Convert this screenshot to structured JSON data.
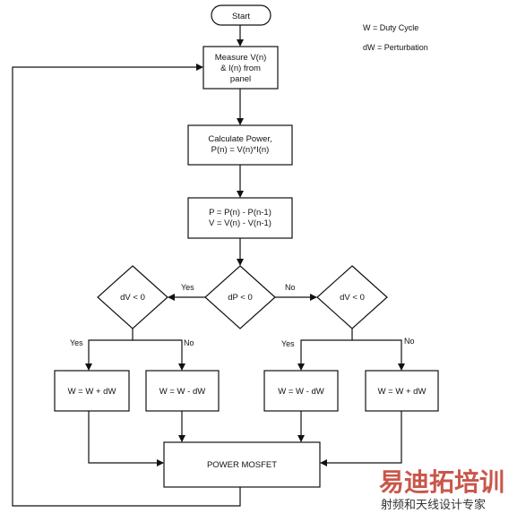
{
  "legend": {
    "line1": "W  =  Duty Cycle",
    "line2": "dW = Perturbation"
  },
  "nodes": {
    "start": "Start",
    "measure": [
      "Measure V(n)",
      "& I(n) from",
      "panel"
    ],
    "calc_power": [
      "Calculate Power,",
      "P(n) = V(n)*I(n)"
    ],
    "deltas": [
      "P = P(n) - P(n-1)",
      "V = V(n) - V(n-1)"
    ],
    "dp_decision": "dP < 0",
    "dv_left": "dV < 0",
    "dv_right": "dV < 0",
    "box_w_plus_left": "W = W + dW",
    "box_w_minus_left": "W = W - dW",
    "box_w_minus_right": "W = W - dW",
    "box_w_plus_right": "W = W + dW",
    "power_mosfet": "POWER MOSFET"
  },
  "edges": {
    "dp_yes": "Yes",
    "dp_no": "No",
    "left_yes": "Yes",
    "left_no": "No",
    "right_yes": "Yes",
    "right_no": "No"
  },
  "watermark": {
    "brand": "易迪拓培训",
    "tagline": "射频和天线设计专家"
  },
  "colors": {
    "stroke": "#111111",
    "watermark_red": "#c0392b"
  }
}
